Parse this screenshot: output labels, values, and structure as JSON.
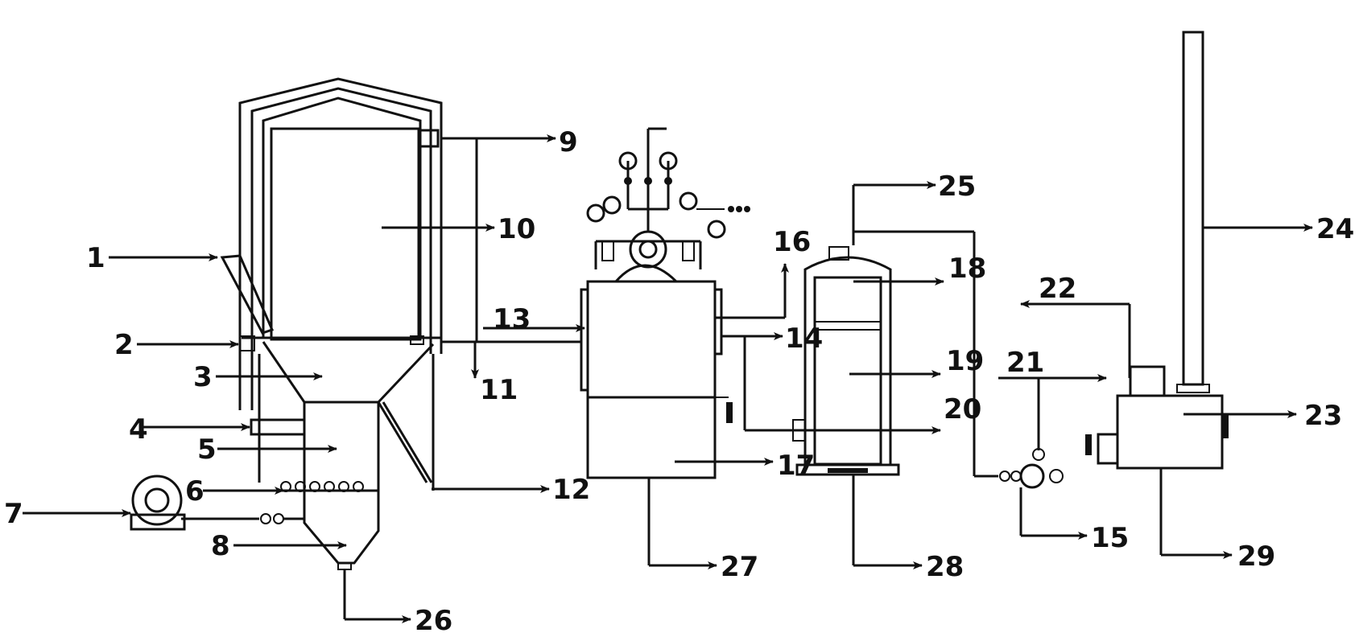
{
  "callouts": [
    {
      "id": "c1",
      "text": "1"
    },
    {
      "id": "c2",
      "text": "2"
    },
    {
      "id": "c3",
      "text": "3"
    },
    {
      "id": "c4",
      "text": "4"
    },
    {
      "id": "c5",
      "text": "5"
    },
    {
      "id": "c6",
      "text": "6"
    },
    {
      "id": "c7",
      "text": "7"
    },
    {
      "id": "c8",
      "text": "8"
    },
    {
      "id": "c9",
      "text": "9"
    },
    {
      "id": "c10",
      "text": "10"
    },
    {
      "id": "c11",
      "text": "11"
    },
    {
      "id": "c12",
      "text": "12"
    },
    {
      "id": "c13",
      "text": "13"
    },
    {
      "id": "c14",
      "text": "14"
    },
    {
      "id": "c15",
      "text": "15"
    },
    {
      "id": "c16",
      "text": "16"
    },
    {
      "id": "c17",
      "text": "17"
    },
    {
      "id": "c18",
      "text": "18"
    },
    {
      "id": "c19",
      "text": "19"
    },
    {
      "id": "c20",
      "text": "20"
    },
    {
      "id": "c21",
      "text": "21"
    },
    {
      "id": "c22",
      "text": "22"
    },
    {
      "id": "c23",
      "text": "23"
    },
    {
      "id": "c24",
      "text": "24"
    },
    {
      "id": "c25",
      "text": "25"
    },
    {
      "id": "c26",
      "text": "26"
    },
    {
      "id": "c27",
      "text": "27"
    },
    {
      "id": "c28",
      "text": "28"
    },
    {
      "id": "c29",
      "text": "29"
    }
  ],
  "colors": {
    "line": "#111111",
    "background": "#ffffff"
  }
}
